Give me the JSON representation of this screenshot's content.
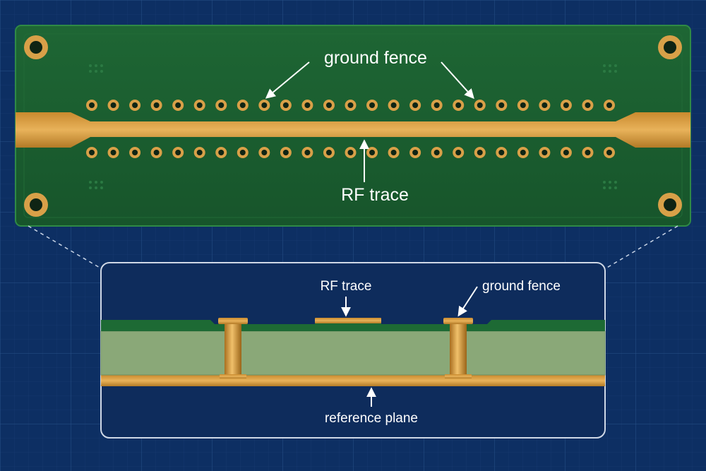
{
  "top_view": {
    "label_ground_fence": "ground fence",
    "label_rf_trace": "RF trace",
    "via_count_per_row": 25
  },
  "cross_section": {
    "label_rf_trace": "RF trace",
    "label_ground_fence": "ground fence",
    "label_reference_plane": "reference plane"
  },
  "colors": {
    "background": "#0d2f63",
    "board_green": "#1a5a30",
    "copper": "#d79a3c",
    "substrate": "#8aa878"
  }
}
